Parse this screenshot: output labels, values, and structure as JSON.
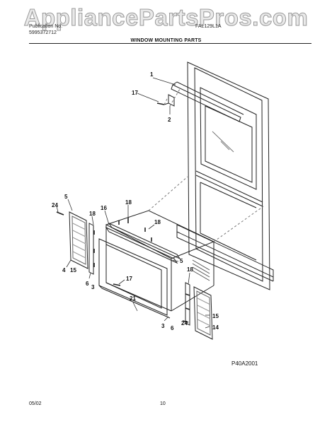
{
  "watermark": "AppliancePartsPros.com",
  "header": {
    "publication_label": "Publication No.",
    "publication_number": "5995372712",
    "model": "FAL129L1A"
  },
  "title": "WINDOW MOUNTING PARTS",
  "callouts": {
    "c1": "1",
    "c2": "2",
    "c17a": "17",
    "c5a": "5",
    "c24a": "24",
    "c18a": "18",
    "c16": "16",
    "c18b": "18",
    "c18c": "18",
    "c4": "4",
    "c15a": "15",
    "c6a": "6",
    "c3a": "3",
    "c5b": "5",
    "c17b": "17",
    "c18d": "18",
    "c21": "21",
    "c3b": "3",
    "c24b": "24",
    "c6b": "6",
    "c15b": "15",
    "c14": "14"
  },
  "figure_code": "P40A2001",
  "footer": {
    "date": "05/02",
    "page": "10"
  }
}
